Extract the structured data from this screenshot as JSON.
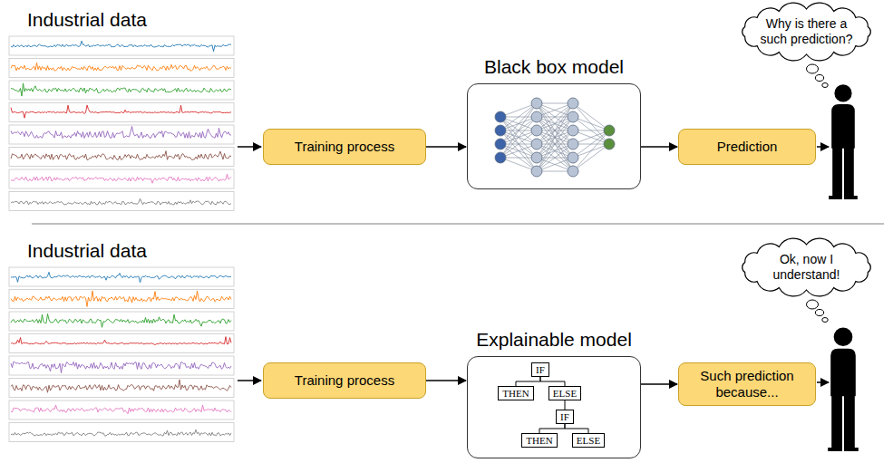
{
  "diagram": {
    "nodes": [
      {
        "text": [
          "Why is there a such prediction?"
        ]
      },
      {
        "text": [
          "Training process"
        ]
      },
      {
        "text": [
          "Black box model"
        ]
      },
      {
        "text": [
          "Prediction"
        ]
      },
      {
        "text": [
          "Ok, now I understand!"
        ]
      },
      {
        "text": [
          "Training process"
        ]
      },
      {
        "text": [
          "Explainable model"
        ]
      },
      {
        "text": [
          "IF"
        ],
        "in": 6
      },
      {
        "text": [
          "THEN"
        ],
        "in": 6
      },
      {
        "text": [
          "ELSE"
        ],
        "in": 6
      },
      {
        "text": [
          "IF"
        ],
        "in": 6
      },
      {
        "text": [
          "THEN"
        ],
        "in": 6
      },
      {
        "text": [
          "ELSE"
        ],
        "in": 6
      },
      {
        "text": [
          "Such prediction because..."
        ]
      }
    ],
    "edges": [
      {
        "from": 1,
        "to": 2,
        "arrow": "to"
      },
      {
        "from": 2,
        "to": 3,
        "arrow": "to"
      },
      {
        "from": 5,
        "to": 6,
        "arrow": "to"
      },
      {
        "from": 6,
        "to": 13,
        "arrow": "to"
      },
      {
        "from": 7,
        "to": 8,
        "arrow": "none"
      },
      {
        "from": 7,
        "to": 9,
        "arrow": "none"
      },
      {
        "from": 9,
        "to": 10,
        "arrow": "none"
      },
      {
        "from": 10,
        "to": 11,
        "arrow": "none"
      },
      {
        "from": 10,
        "to": 12,
        "arrow": "none"
      }
    ],
    "labels": [
      "Industrial data",
      "Industrial data"
    ]
  }
}
